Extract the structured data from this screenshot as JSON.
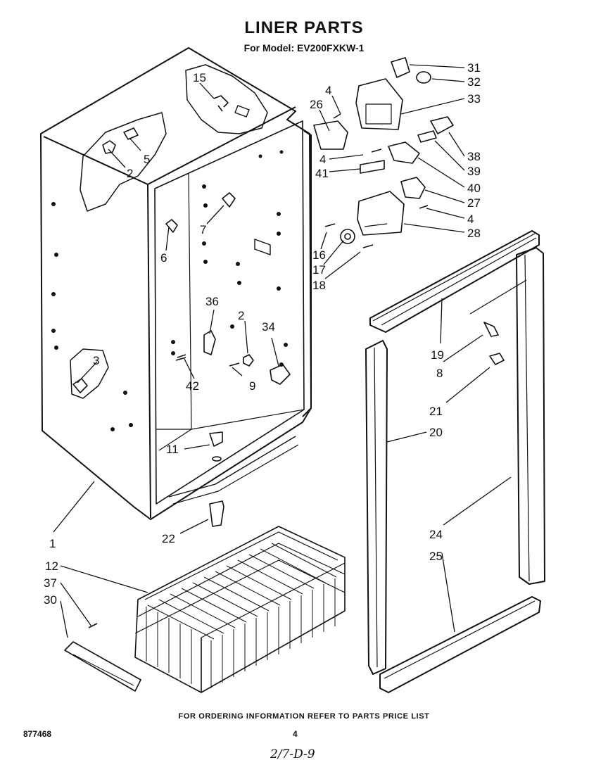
{
  "header": {
    "title": "LINER PARTS",
    "model_line": "For Model: EV200FXKW-1"
  },
  "footer": {
    "ordering_note": "FOR ORDERING INFORMATION REFER TO PARTS PRICE LIST",
    "diagram_number": "877468",
    "page_number": "4",
    "handwritten_code": "2/7-D-9"
  },
  "callouts": [
    {
      "id": "c31",
      "label": "31"
    },
    {
      "id": "c32",
      "label": "32"
    },
    {
      "id": "c33",
      "label": "33"
    },
    {
      "id": "c4a",
      "label": "4"
    },
    {
      "id": "c26",
      "label": "26"
    },
    {
      "id": "c15",
      "label": "15"
    },
    {
      "id": "c5",
      "label": "5"
    },
    {
      "id": "c2a",
      "label": "2"
    },
    {
      "id": "c38",
      "label": "38"
    },
    {
      "id": "c39",
      "label": "39"
    },
    {
      "id": "c4b",
      "label": "4"
    },
    {
      "id": "c41",
      "label": "41"
    },
    {
      "id": "c40",
      "label": "40"
    },
    {
      "id": "c27",
      "label": "27"
    },
    {
      "id": "c4c",
      "label": "4"
    },
    {
      "id": "c28",
      "label": "28"
    },
    {
      "id": "c7",
      "label": "7"
    },
    {
      "id": "c6",
      "label": "6"
    },
    {
      "id": "c16",
      "label": "16"
    },
    {
      "id": "c17",
      "label": "17"
    },
    {
      "id": "c18",
      "label": "18"
    },
    {
      "id": "c36",
      "label": "36"
    },
    {
      "id": "c2b",
      "label": "2"
    },
    {
      "id": "c34",
      "label": "34"
    },
    {
      "id": "c3",
      "label": "3"
    },
    {
      "id": "c19",
      "label": "19"
    },
    {
      "id": "c8",
      "label": "8"
    },
    {
      "id": "c9",
      "label": "9"
    },
    {
      "id": "c42",
      "label": "42"
    },
    {
      "id": "c21",
      "label": "21"
    },
    {
      "id": "c20",
      "label": "20"
    },
    {
      "id": "c11",
      "label": "11"
    },
    {
      "id": "c24",
      "label": "24"
    },
    {
      "id": "c22",
      "label": "22"
    },
    {
      "id": "c1",
      "label": "1"
    },
    {
      "id": "c25",
      "label": "25"
    },
    {
      "id": "c12",
      "label": "12"
    },
    {
      "id": "c37",
      "label": "37"
    },
    {
      "id": "c30",
      "label": "30"
    }
  ]
}
